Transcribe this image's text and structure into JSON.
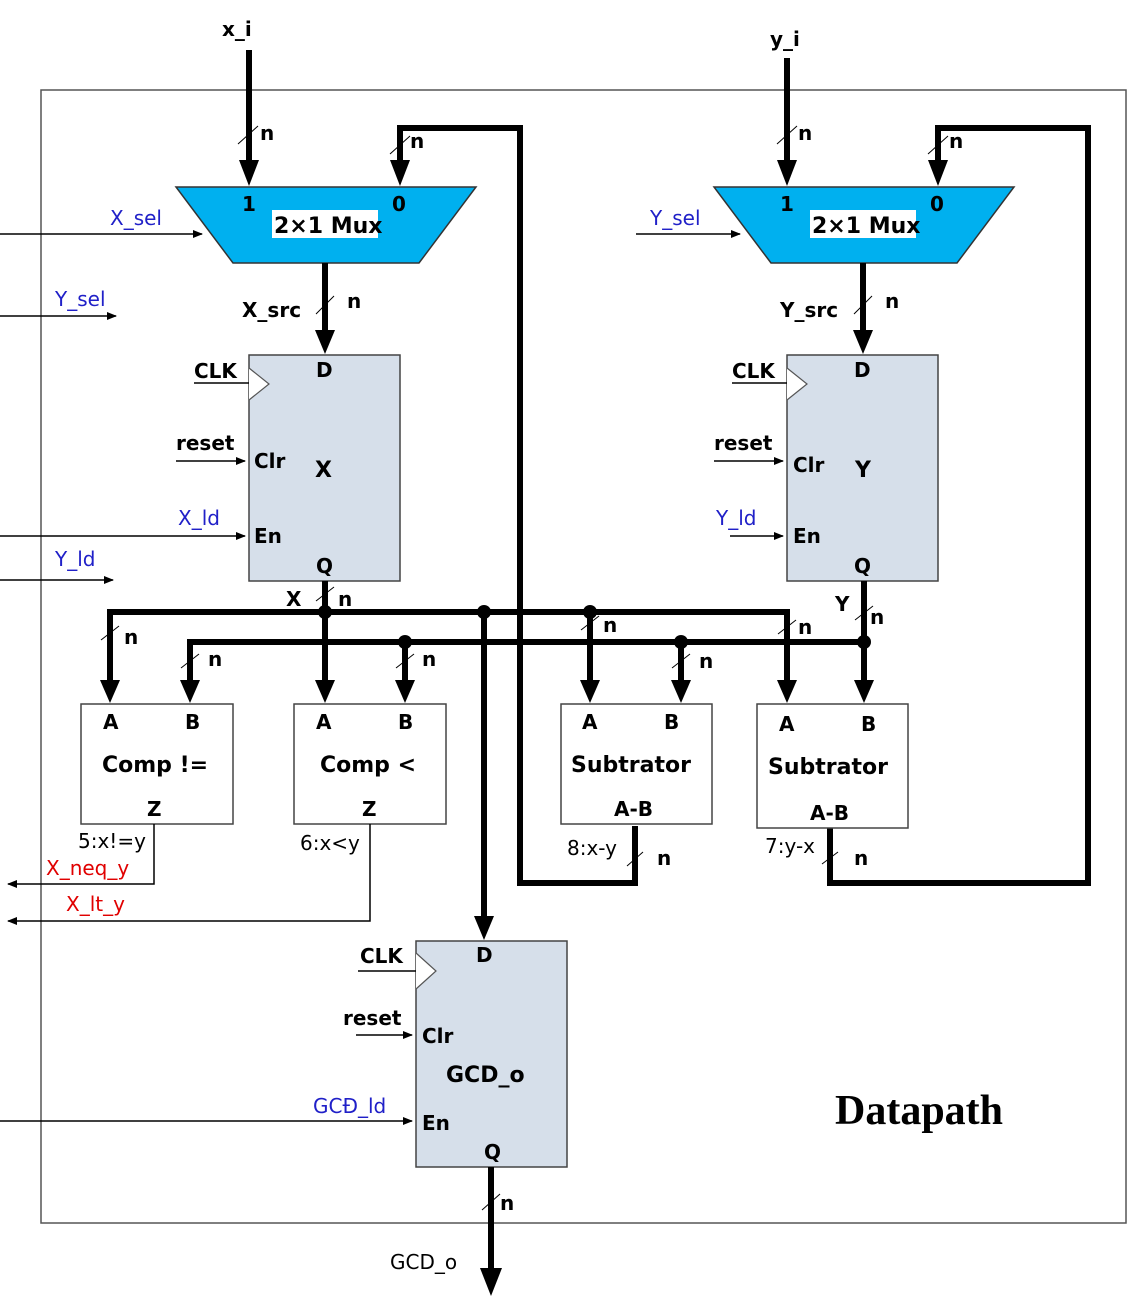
{
  "title": "Datapath",
  "colors": {
    "mux_fill": "#00b0ef",
    "register_fill": "#d6dfea",
    "control_signal": "#2020c8",
    "status_signal": "#e00000"
  },
  "inputs": {
    "x": "x_i",
    "y": "y_i"
  },
  "output": "GCD_o",
  "bus_width": "n",
  "muxes": [
    {
      "name": "X mux",
      "label": "2×1 Mux",
      "in1": "1",
      "in0": "0",
      "select": "X_sel",
      "out": "X_src"
    },
    {
      "name": "Y mux",
      "label": "2×1 Mux",
      "in1": "1",
      "in0": "0",
      "select": "Y_sel",
      "out": "Y_src"
    }
  ],
  "registers": [
    {
      "name": "X",
      "d": "D",
      "q": "Q",
      "clk": "CLK",
      "clr": "Clr",
      "en": "En",
      "reset": "reset",
      "load": "X_ld",
      "out": "X"
    },
    {
      "name": "Y",
      "d": "D",
      "q": "Q",
      "clk": "CLK",
      "clr": "Clr",
      "en": "En",
      "reset": "reset",
      "load": "Y_ld",
      "out": "Y"
    },
    {
      "name": "GCD_o",
      "d": "D",
      "q": "Q",
      "clk": "CLK",
      "clr": "Clr",
      "en": "En",
      "reset": "reset",
      "load": "GCĐ_ld"
    }
  ],
  "left_signals": {
    "y_sel": "Y_sel",
    "y_ld": "Y_ld"
  },
  "units": [
    {
      "name": "Comp !=",
      "a": "A",
      "b": "B",
      "out_port": "Z",
      "out_label": "5:x!=y",
      "status": "X_neq_y"
    },
    {
      "name": "Comp <",
      "a": "A",
      "b": "B",
      "out_port": "Z",
      "out_label": "6:x<y",
      "status": "X_lt_y"
    },
    {
      "name": "Subtrator",
      "a": "A",
      "b": "B",
      "out_port": "A-B",
      "out_label": "8:x-y"
    },
    {
      "name": "Subtrator",
      "a": "A",
      "b": "B",
      "out_port": "A-B",
      "out_label": "7:y-x"
    }
  ]
}
